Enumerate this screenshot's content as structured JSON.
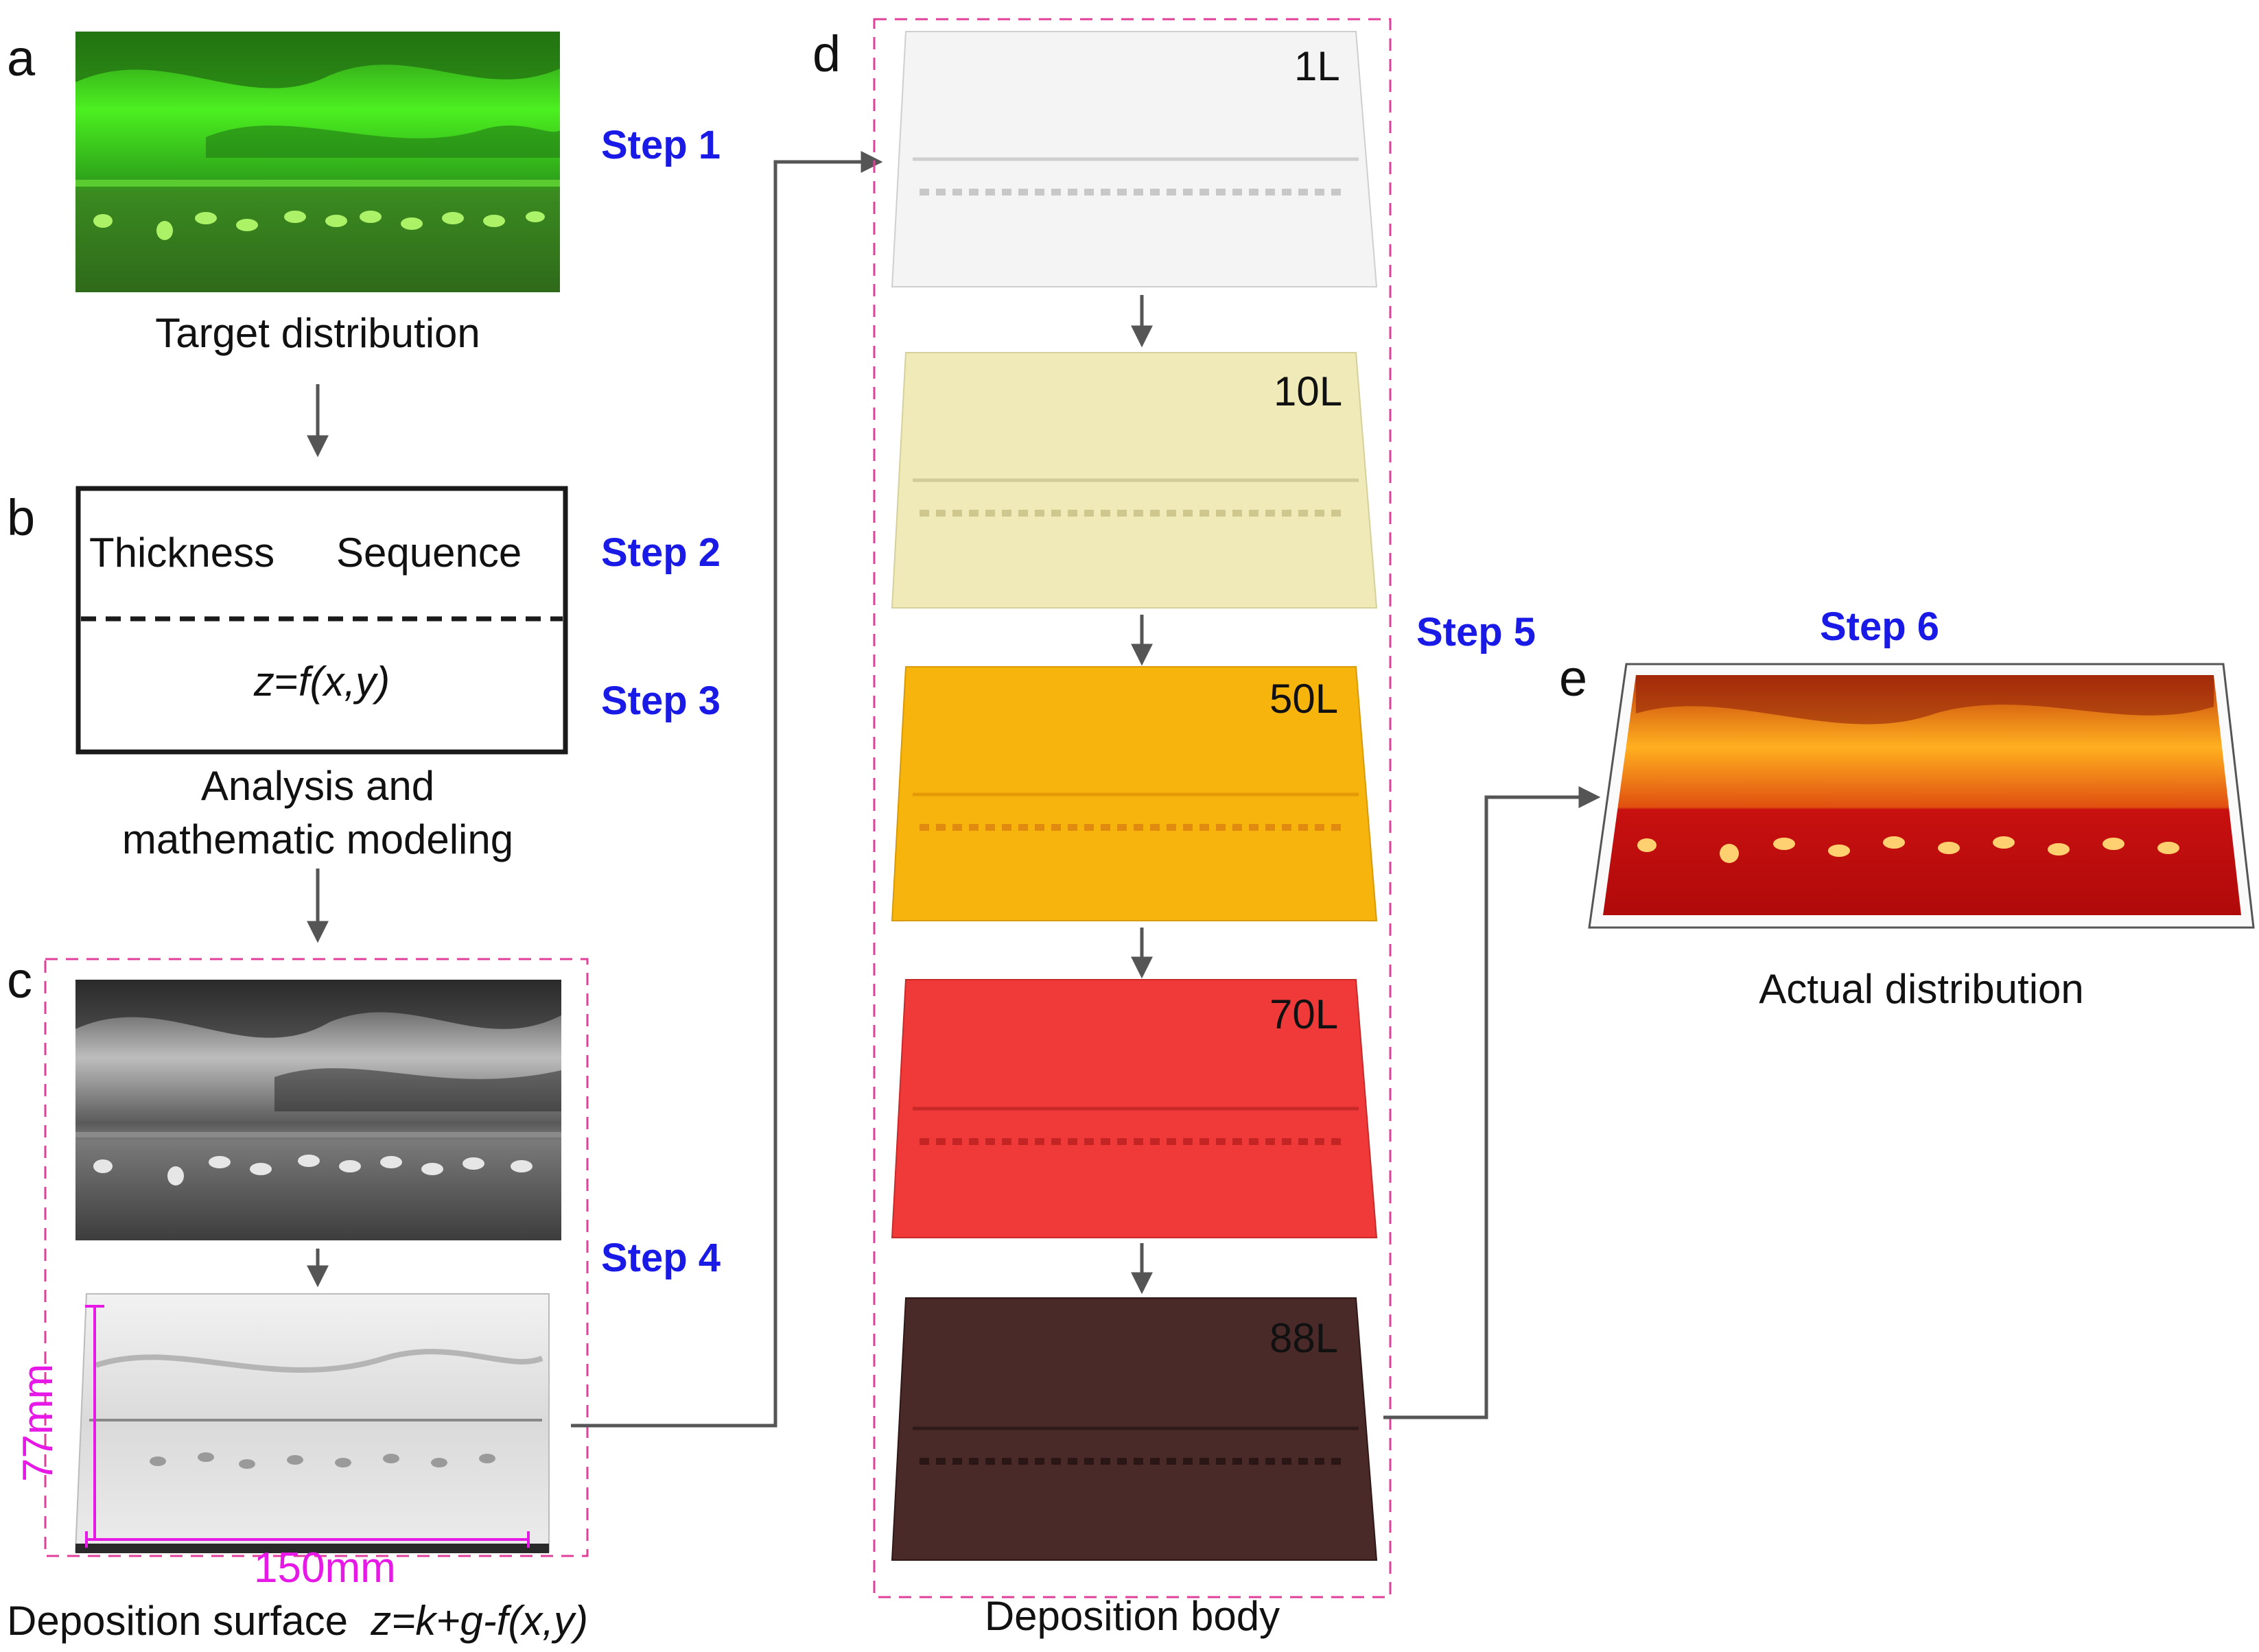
{
  "panels": {
    "a": {
      "letter": "a",
      "caption": "Target distribution",
      "step": "Step 1"
    },
    "b": {
      "letter": "b",
      "left_label": "Thickness",
      "right_label": "Sequence",
      "formula_pre": "z",
      "formula_eq": "=",
      "formula_f": "f",
      "formula_args": "(x,y)",
      "caption_line1": "Analysis and",
      "caption_line2": "mathematic modeling",
      "step_top": "Step 2",
      "step_bottom": "Step 3"
    },
    "c": {
      "letter": "c",
      "step": "Step 4",
      "dim_height": "77mm",
      "dim_width": "150mm",
      "caption_text": "Deposition surface",
      "caption_formula": "z=k+g-f(x,y)"
    },
    "d": {
      "letter": "d",
      "step": "Step 5",
      "caption": "Deposition body",
      "layers": [
        "1L",
        "10L",
        "50L",
        "70L",
        "88L"
      ]
    },
    "e": {
      "letter": "e",
      "step": "Step 6",
      "caption": "Actual distribution"
    }
  },
  "colors": {
    "step_text": "#1a1ae6",
    "dashed_box": "#e0409a",
    "dimension": "#e619e6",
    "arrow": "#555555",
    "layer_1L": "#f4f4f4",
    "layer_10L": "#efeab8",
    "layer_50L": "#f7b40c",
    "layer_70L": "#f03a3a",
    "layer_88L": "#4a2a28"
  }
}
